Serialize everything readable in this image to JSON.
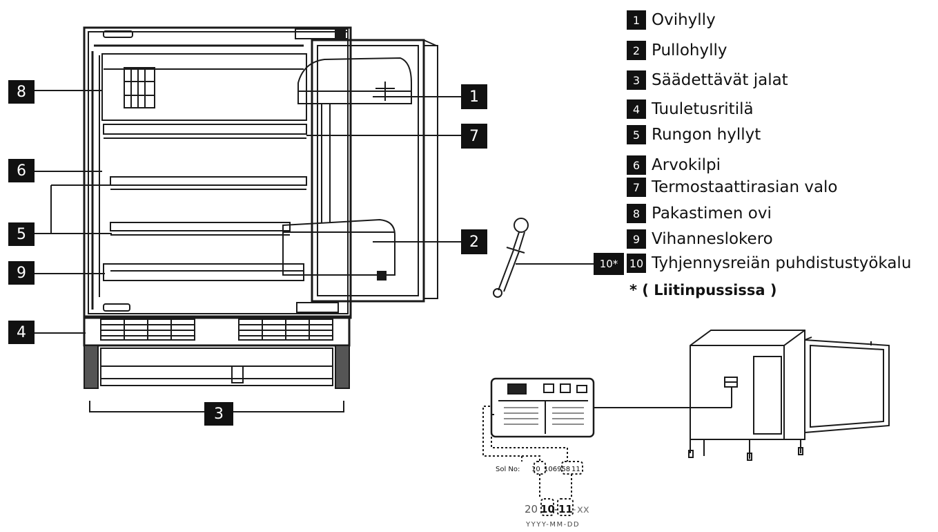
{
  "callouts": {
    "c1": "1",
    "c2": "2",
    "c3": "3",
    "c4": "4",
    "c5": "5",
    "c6": "6",
    "c7": "7",
    "c8": "8",
    "c9": "9",
    "c10": "10*"
  },
  "legend": [
    {
      "num": "1",
      "label": "Ovihylly"
    },
    {
      "num": "2",
      "label": "Pullohylly"
    },
    {
      "num": "3",
      "label": "Säädettävät jalat"
    },
    {
      "num": "4",
      "label": "Tuuletusritilä"
    },
    {
      "num": "5",
      "label": "Rungon hyllyt"
    },
    {
      "num": "6",
      "label": "Arvokilpi"
    },
    {
      "num": "7",
      "label": "Termostaattirasian valo"
    },
    {
      "num": "8",
      "label": "Pakastimen ovi"
    },
    {
      "num": "9",
      "label": "Vihanneslokero"
    },
    {
      "num": "10",
      "label": "Tyhjennysreiän puhdistustyökalu"
    }
  ],
  "note": "* ( Liitinpussissa )",
  "label_plate": {
    "serial_prefix": "Sol No:",
    "serial_a": "10",
    "serial_b": "106958",
    "serial_c": "11",
    "date_yy_prefix": "20",
    "date_yy": "10",
    "date_mm": "11",
    "date_dd": "xx",
    "format": "YYYY-MM-DD"
  },
  "colors": {
    "badge": "#111111",
    "line": "#1a1a1a",
    "background": "#ffffff"
  }
}
